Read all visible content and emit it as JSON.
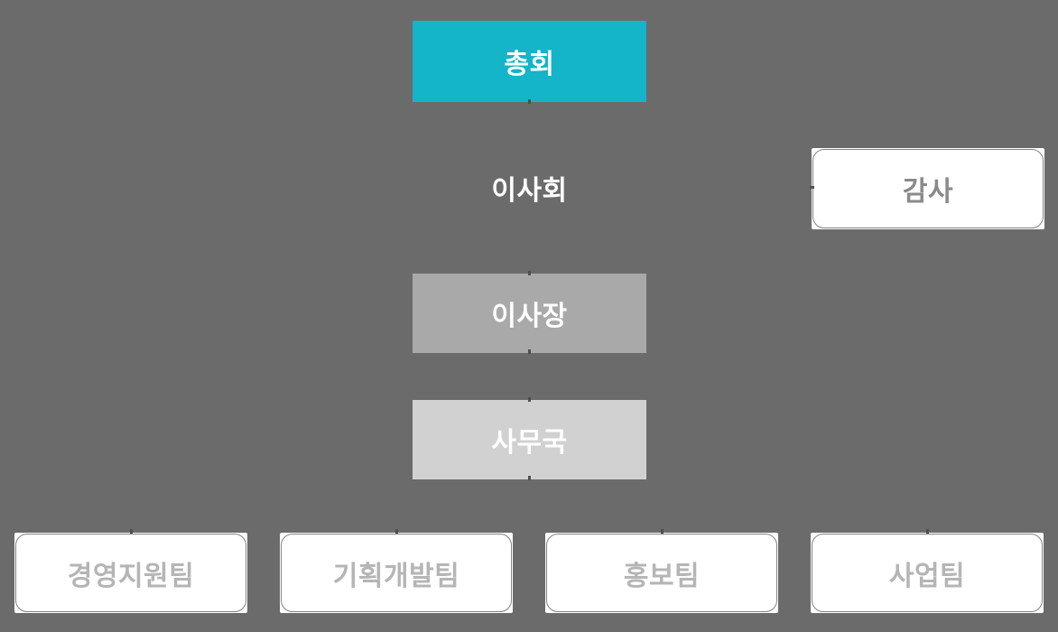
{
  "diagram": {
    "type": "org-chart",
    "nodes": {
      "assembly": {
        "label": "총회",
        "level": 1
      },
      "board": {
        "label": "이사회",
        "level": 2
      },
      "auditor": {
        "label": "감사",
        "level": 2
      },
      "chairman": {
        "label": "이사장",
        "level": 3
      },
      "secretariat": {
        "label": "사무국",
        "level": 4
      },
      "team1": {
        "label": "경영지원팀",
        "level": 5
      },
      "team2": {
        "label": "기획개발팀",
        "level": 5
      },
      "team3": {
        "label": "홍보팀",
        "level": 5
      },
      "team4": {
        "label": "사업팀",
        "level": 5
      }
    },
    "colors": {
      "background": "#6b6b6b",
      "accent_teal": "#14b4c9",
      "gray_medium": "#a9a9a9",
      "gray_light": "#d1d1d1",
      "white_box": "#ffffff",
      "white_box_border": "#828282",
      "auditor_text": "#8a8a8a",
      "team_text": "#b5b5b5",
      "node_text": "#ffffff",
      "connector_stub": "#4f4f4f"
    }
  }
}
